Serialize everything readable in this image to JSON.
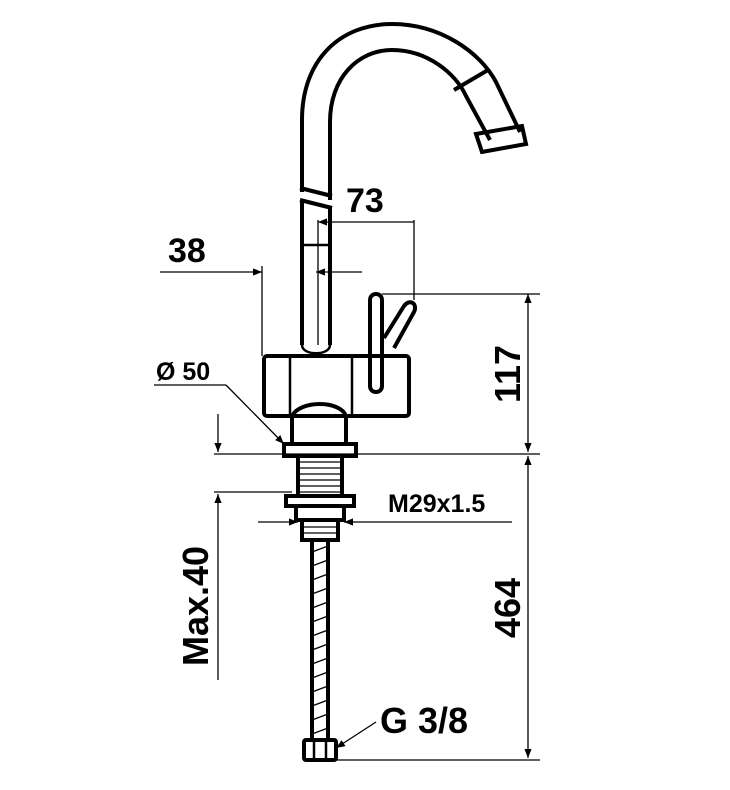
{
  "dimensions": {
    "spout_reach": "73",
    "handle_offset": "38",
    "base_diameter": "Ø 50",
    "thread": "M29x1.5",
    "body_height": "117",
    "total_height": "464",
    "max_thickness": "Max.40",
    "connection": "G 3/8"
  },
  "colors": {
    "line": "#000000",
    "background": "#ffffff"
  }
}
